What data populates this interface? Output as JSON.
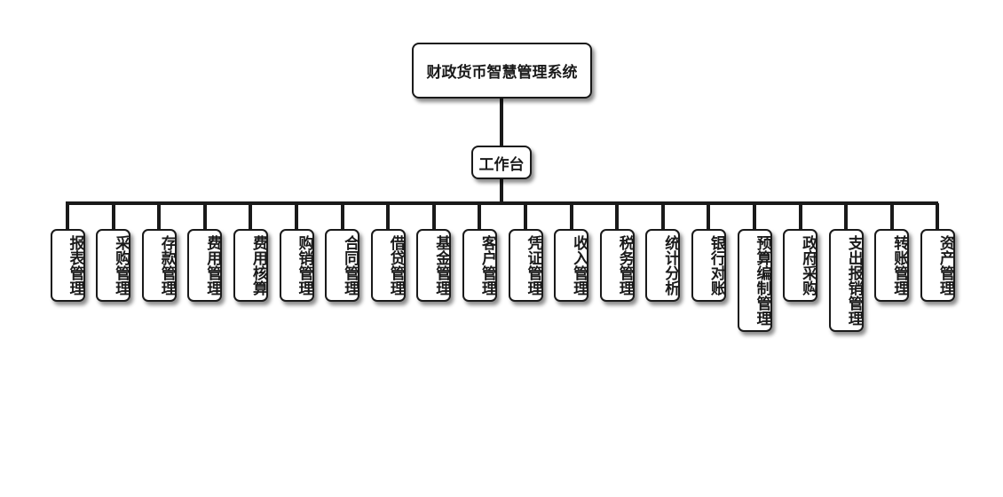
{
  "root": {
    "label": "财政货币智慧管理系统"
  },
  "hub": {
    "label": "工作台"
  },
  "modules": [
    {
      "label": "报表管理"
    },
    {
      "label": "采购管理"
    },
    {
      "label": "存款管理"
    },
    {
      "label": "费用管理"
    },
    {
      "label": "费用核算"
    },
    {
      "label": "购销管理"
    },
    {
      "label": "合同管理"
    },
    {
      "label": "借贷管理"
    },
    {
      "label": "基金管理"
    },
    {
      "label": "客户管理"
    },
    {
      "label": "凭证管理"
    },
    {
      "label": "收入管理"
    },
    {
      "label": "税务管理"
    },
    {
      "label": "统计分析"
    },
    {
      "label": "银行对账"
    },
    {
      "label": "预算编制管理"
    },
    {
      "label": "政府采购"
    },
    {
      "label": "支出报销管理"
    },
    {
      "label": "转账管理"
    },
    {
      "label": "资产管理"
    }
  ],
  "colors": {
    "line": "#1a1a1a",
    "node_border": "#1a1a1a",
    "node_fill": "#ffffff"
  }
}
